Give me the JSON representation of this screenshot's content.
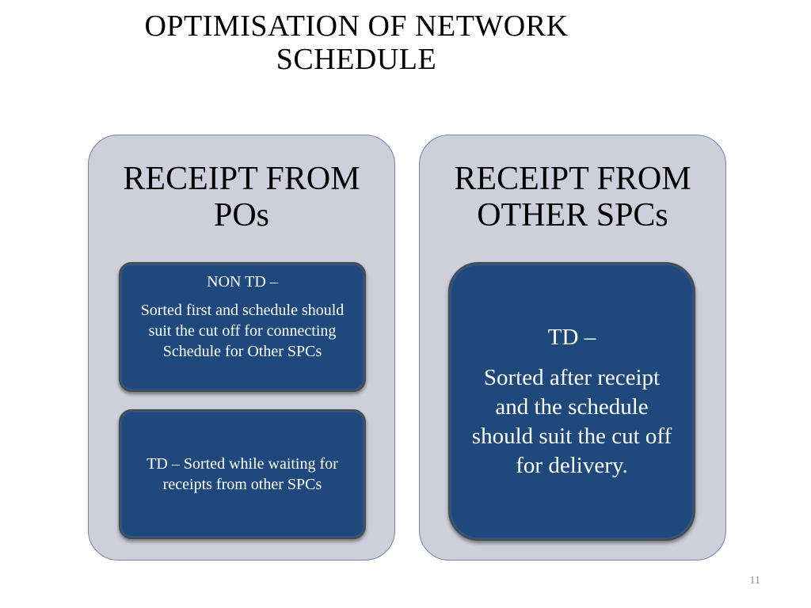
{
  "slide": {
    "title_line1": "OPTIMISATION OF NETWORK",
    "title_line2": "SCHEDULE",
    "page_number": "11"
  },
  "left_panel": {
    "heading_line1": "RECEIPT FROM",
    "heading_line2": "POs",
    "card_non_td": {
      "label": "NON TD –",
      "text": "Sorted first and schedule should suit the cut off for connecting Schedule for Other SPCs"
    },
    "card_td": {
      "text": "TD – Sorted while waiting for receipts from other SPCs"
    }
  },
  "right_panel": {
    "heading_line1": "RECEIPT FROM",
    "heading_line2": "OTHER SPCs",
    "card_td": {
      "label": "TD –",
      "text": "Sorted after receipt and the schedule should suit the cut off for delivery."
    }
  },
  "colors": {
    "panel_fill": "#cdd0da",
    "panel_border": "#6e86a8",
    "card_fill": "#1f487c",
    "card_text": "#ffffff"
  }
}
